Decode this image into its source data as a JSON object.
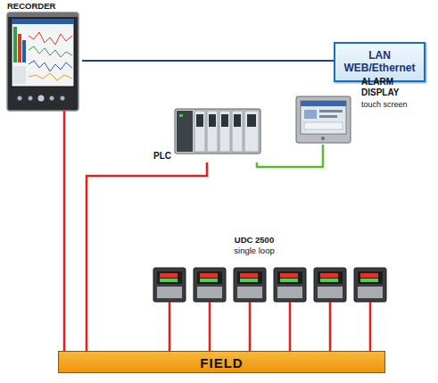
{
  "diagram": {
    "nodes": [
      {
        "text": [
          "RECORDER"
        ]
      },
      {
        "text": [
          "LAN WEB/Ethernet"
        ]
      },
      {
        "text": [
          "PLC"
        ]
      },
      {
        "text": [
          "ALARM DISPLAY",
          "touch screen"
        ]
      },
      {
        "text": [
          "UDC 2500",
          "single loop"
        ]
      },
      {
        "text": [
          "FIELD"
        ]
      }
    ],
    "edges": [
      {
        "from": 0,
        "to": 1,
        "arrow": "none"
      },
      {
        "from": 0,
        "to": 5,
        "arrow": "none"
      },
      {
        "from": 2,
        "to": 5,
        "arrow": "none"
      },
      {
        "from": 2,
        "to": 3,
        "arrow": "none"
      },
      {
        "from": 4,
        "to": 5,
        "arrow": "none"
      }
    ]
  }
}
